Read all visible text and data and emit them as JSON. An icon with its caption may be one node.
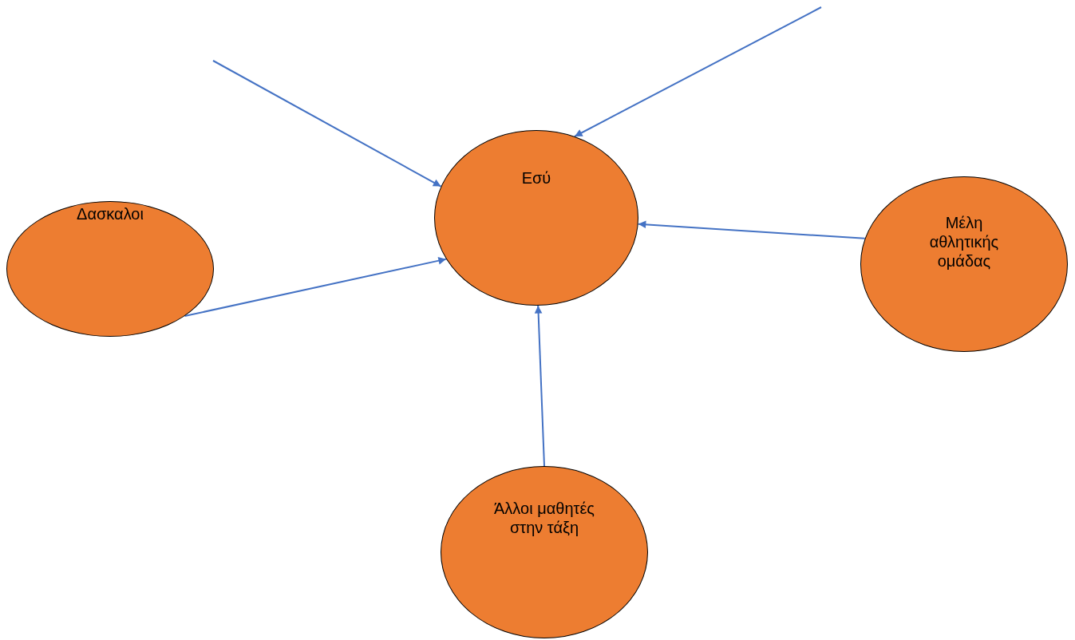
{
  "diagram": {
    "nodes": [
      {
        "text": [
          "Εσύ"
        ]
      },
      {
        "text": [
          "Δασκαλοι"
        ]
      },
      {
        "text": [
          "Μέλη αθλητικής ομάδας"
        ]
      },
      {
        "text": [
          "Άλλοι μαθητές στην τάξη"
        ]
      }
    ],
    "edges": [
      {
        "from": null,
        "to": 0,
        "arrow": "to"
      },
      {
        "from": null,
        "to": 0,
        "arrow": "to"
      },
      {
        "from": 1,
        "to": 0,
        "arrow": "to"
      },
      {
        "from": 2,
        "to": 0,
        "arrow": "to"
      },
      {
        "from": 3,
        "to": 0,
        "arrow": "to"
      }
    ]
  }
}
